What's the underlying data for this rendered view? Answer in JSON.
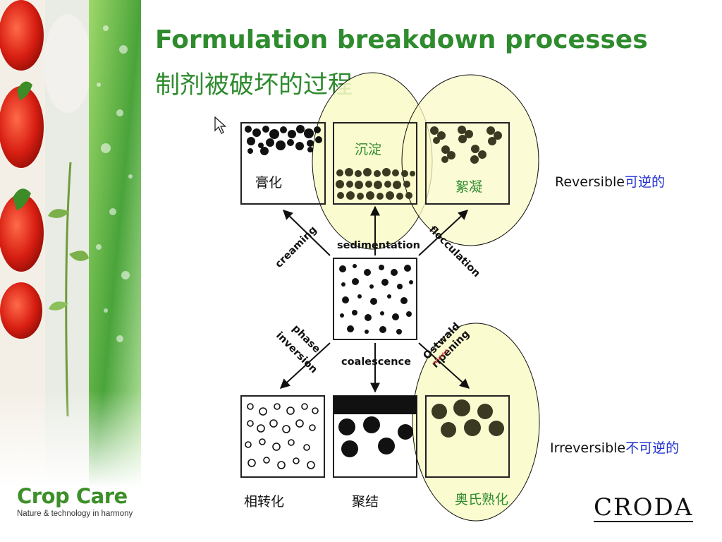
{
  "title": {
    "english": "Formulation breakdown processes",
    "chinese": "制剂被破坏的过程"
  },
  "brand": {
    "name": "Crop Care",
    "tagline": "Nature & technology in harmony"
  },
  "company_logo": "CRODA",
  "diagram": {
    "processes": {
      "creaming": "creaming",
      "sedimentation": "sedimentation",
      "flocculation": "flocculation",
      "phase_inversion_line1": "phase",
      "phase_inversion_line2": "inversion",
      "coalescence": "coalescence",
      "ostwald_line1": "Ostwald",
      "ostwald_line2": "ripening"
    },
    "chinese_labels": {
      "creaming": "膏化",
      "sedimentation": "沉淀",
      "flocculation": "絮凝",
      "phase_inversion": "相转化",
      "coalescence": "聚结",
      "ostwald_ripening": "奥氏熟化"
    },
    "reversible": {
      "en": "Reversible",
      "zh": "可逆的"
    },
    "irreversible": {
      "en": "Irreversible",
      "zh": "不可逆的"
    }
  },
  "icons": [
    "mouse-cursor-icon"
  ],
  "colors": {
    "title_green": "#2e8b2e",
    "highlight_fill": "#fafac8",
    "chinese_blue": "#1f2fcf",
    "droplet_olive": "#3a3a22"
  }
}
